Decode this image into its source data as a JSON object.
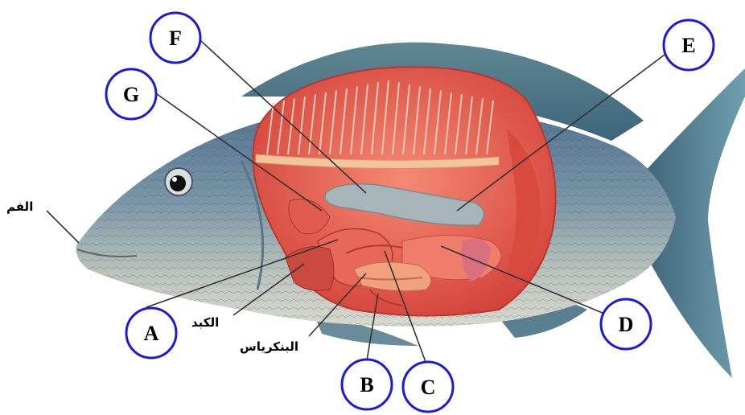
{
  "diagram": {
    "markers": [
      "A",
      "B",
      "C",
      "D",
      "E",
      "F",
      "G"
    ],
    "text_labels": {
      "mouth": "الفم",
      "liver": "الكبد",
      "pancreas": "البنكرياس"
    },
    "colors": {
      "marker_ring": "#1a1adb",
      "leader_line": "#333333",
      "fish_body": "#6f8ea5",
      "fish_belly": "#c9cfc6",
      "cavity": "#e5553f",
      "muscle": "#e06a5d",
      "swim_bladder": "#a7b5b8"
    }
  }
}
